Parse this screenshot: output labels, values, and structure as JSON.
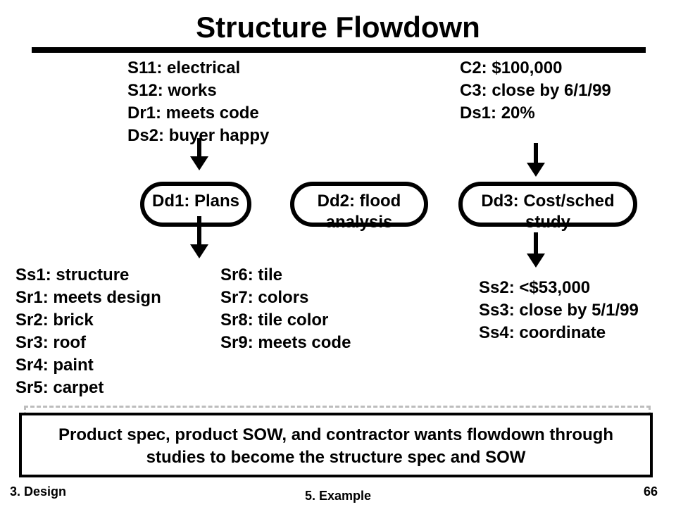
{
  "slide": {
    "title": "Structure Flowdown",
    "top_left": [
      "S11: electrical",
      "S12: works",
      "Dr1: meets code",
      "Ds2: buyer happy"
    ],
    "top_right": [
      "C2: $100,000",
      "C3: close by 6/1/99",
      "Ds1: 20%"
    ],
    "nodes": [
      {
        "lines": [
          "Dd1: Plans"
        ]
      },
      {
        "lines": [
          "Dd2: flood",
          "analysis"
        ]
      },
      {
        "lines": [
          "Dd3: Cost/sched",
          "study"
        ]
      }
    ],
    "bottom_left": [
      "Ss1: structure",
      "Sr1: meets design",
      "Sr2: brick",
      "Sr3: roof",
      "Sr4: paint",
      "Sr5: carpet"
    ],
    "bottom_middle": [
      "Sr6: tile",
      "Sr7: colors",
      "Sr8: tile color",
      "Sr9: meets code"
    ],
    "bottom_right": [
      "Ss2: <$53,000",
      "Ss3: close by 5/1/99",
      "Ss4: coordinate"
    ],
    "note": [
      "Product spec, product SOW, and contractor wants flowdown through",
      "studies to become the structure spec and SOW"
    ],
    "footer": {
      "left": "3. Design",
      "center": "5. Example",
      "right": "66"
    }
  }
}
